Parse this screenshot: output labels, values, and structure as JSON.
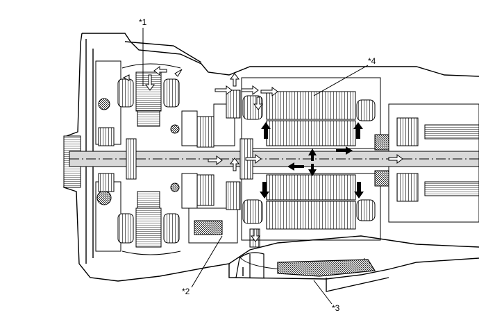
{
  "callouts": {
    "c1": "*1",
    "c2": "*2",
    "c3": "*3",
    "c4": "*4"
  },
  "colors": {
    "line": "#000000",
    "hatch": "#555555",
    "background": "#ffffff",
    "flow_arrow_fill": "#ffffff",
    "solid_arrow_fill": "#000000",
    "shaft_fill": "#d8d8d8"
  }
}
